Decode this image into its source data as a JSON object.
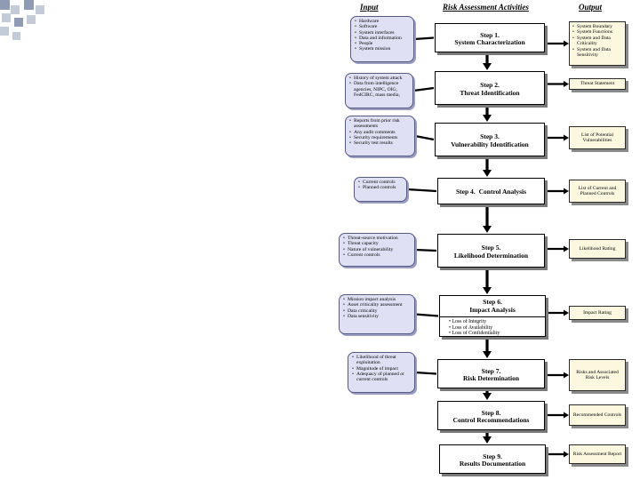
{
  "headers": {
    "input": "Input",
    "activities": "Risk Assessment Activities",
    "output": "Output"
  },
  "steps": [
    {
      "step": "Step 1.",
      "title": "System Characterization",
      "inputs": [
        "Hardware",
        "Software",
        "System interfaces",
        "Data and information",
        "People",
        "System mission"
      ],
      "output": [
        "System Boundary",
        "System Functions",
        "System and Data Criticality",
        "System and Data Sensitivity"
      ]
    },
    {
      "step": "Step 2.",
      "title": "Threat Identification",
      "inputs": [
        "History of system attack",
        "Data from intelligence agencies, NIPC, OIG, FedCIRC, mass media,"
      ],
      "output": "Threat Statement"
    },
    {
      "step": "Step 3.",
      "title": "Vulnerability Identification",
      "inputs": [
        "Reports from prior risk assessments",
        "Any audit comments",
        "Security requirements",
        "Security test results"
      ],
      "output": "List of Potential Vulnerabilities"
    },
    {
      "step": "Step 4.",
      "title": "Control Analysis",
      "inputs": [
        "Current controls",
        "Planned controls"
      ],
      "output": "List of Current and Planned Controls"
    },
    {
      "step": "Step 5.",
      "title": "Likelihood Determination",
      "inputs": [
        "Threat-source motivation",
        "Threat capacity",
        "Nature of vulnerability",
        "Current controls"
      ],
      "output": "Likelihood Rating"
    },
    {
      "step": "Step 6.",
      "title": "Impact Analysis",
      "sub": [
        "Loss of Integrity",
        "Loss of Availability",
        "Loss of Confidentiality"
      ],
      "inputs": [
        "Mission impact analysis",
        "Asset criticality assessment",
        "Data criticality",
        "Data sensitivity"
      ],
      "output": "Impact Rating"
    },
    {
      "step": "Step 7.",
      "title": "Risk Determination",
      "inputs": [
        "Likelihood of threat exploitation",
        "Magnitude of impact",
        "Adequacy of planned or current controls"
      ],
      "output": "Risks and Associated Risk Levels"
    },
    {
      "step": "Step 8.",
      "title": "Control Recommendations",
      "output": "Recommended Controls"
    },
    {
      "step": "Step 9.",
      "title": "Results Documentation",
      "output": "Risk Assessment Report"
    }
  ],
  "colors": {
    "input_fill": "#dfe0f3",
    "output_fill": "#fbf8df",
    "deco_dark": "#8f9ab3",
    "deco_light": "#c3cad8"
  }
}
